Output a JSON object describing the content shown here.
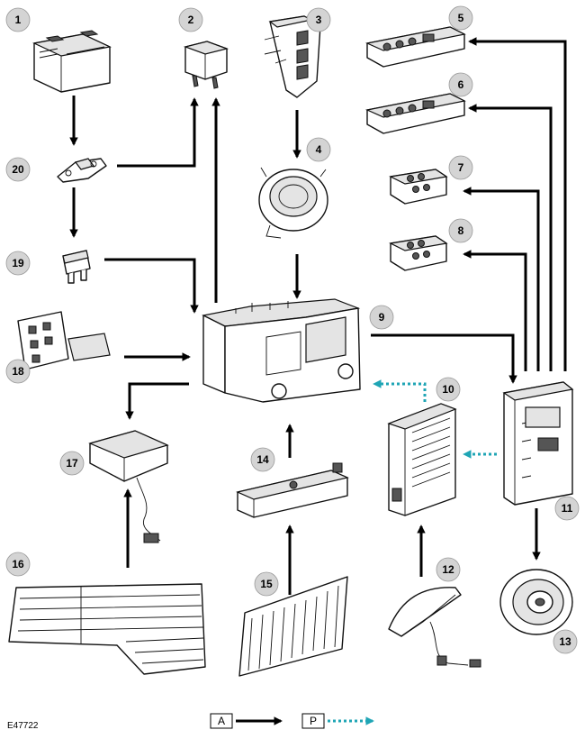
{
  "callouts": [
    {
      "id": "c1",
      "label": "1"
    },
    {
      "id": "c2",
      "label": "2"
    },
    {
      "id": "c3",
      "label": "3"
    },
    {
      "id": "c4",
      "label": "4"
    },
    {
      "id": "c5",
      "label": "5"
    },
    {
      "id": "c6",
      "label": "6"
    },
    {
      "id": "c7",
      "label": "7"
    },
    {
      "id": "c8",
      "label": "8"
    },
    {
      "id": "c9",
      "label": "9"
    },
    {
      "id": "c10",
      "label": "10"
    },
    {
      "id": "c11",
      "label": "11"
    },
    {
      "id": "c12",
      "label": "12"
    },
    {
      "id": "c13",
      "label": "13"
    },
    {
      "id": "c14",
      "label": "14"
    },
    {
      "id": "c15",
      "label": "15"
    },
    {
      "id": "c16",
      "label": "16"
    },
    {
      "id": "c17",
      "label": "17"
    },
    {
      "id": "c18",
      "label": "18"
    },
    {
      "id": "c19",
      "label": "19"
    },
    {
      "id": "c20",
      "label": "20"
    }
  ],
  "legend": {
    "a_label": "A",
    "p_label": "P"
  },
  "reference": "E47722",
  "colors": {
    "connection_a": "#000000",
    "connection_p": "#1fa5b5",
    "callout_fill": "#d4d4d4"
  }
}
